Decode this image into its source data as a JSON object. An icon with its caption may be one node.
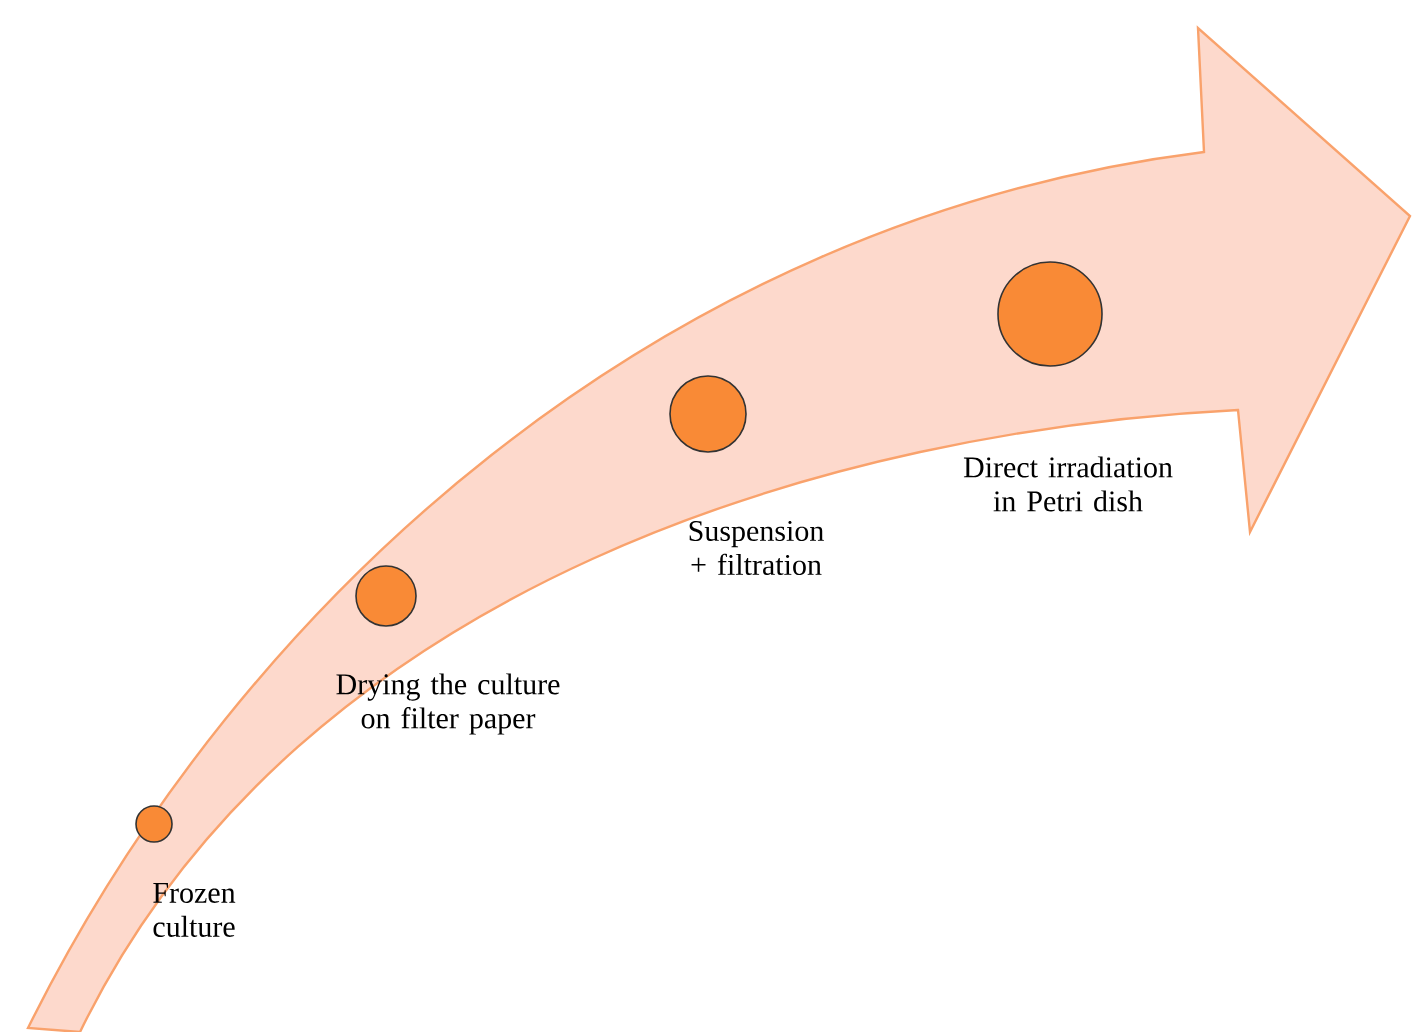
{
  "diagram": {
    "nodes": [
      {
        "text": [],
        "shape": "circle",
        "beside": [
          "Frozen culture"
        ]
      },
      {
        "text": [],
        "shape": "circle",
        "beside": [
          "Drying the culture on filter paper"
        ]
      },
      {
        "text": [],
        "shape": "circle",
        "beside": [
          "Suspension + filtration"
        ]
      },
      {
        "text": [],
        "shape": "circle",
        "beside": [
          "Direct irradiation in Petri dish"
        ]
      }
    ]
  }
}
